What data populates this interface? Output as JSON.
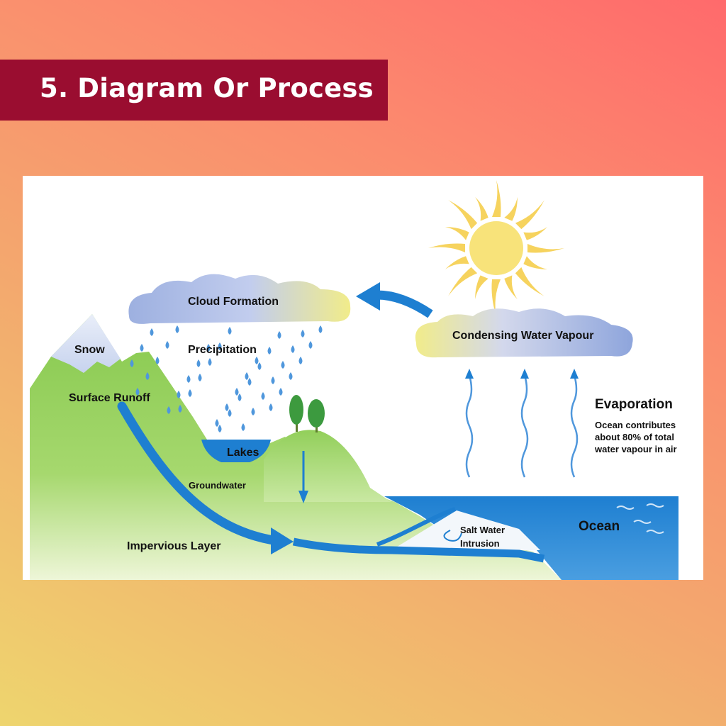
{
  "banner": {
    "title": "5.  Diagram Or Process"
  },
  "diagram": {
    "labels": {
      "cloud_formation": "Cloud Formation",
      "precipitation": "Precipitation",
      "snow": "Snow",
      "surface_runoff": "Surface Runoff",
      "lakes": "Lakes",
      "groundwater": "Groundwater",
      "impervious_layer": "Impervious Layer",
      "condensing_water_vapour": "Condensing Water Vapour",
      "evaporation": "Evaporation",
      "evaporation_note": "Ocean contributes about 80% of total water vapour in air",
      "salt_water_intrusion": "Salt Water Intrusion",
      "ocean": "Ocean"
    },
    "icons": [
      "sun-icon",
      "cloud-icon",
      "raindrop-icon",
      "tree-icon",
      "arrow-icon",
      "wave-icon"
    ],
    "colors": {
      "banner": "#9a0d30",
      "water": "#1e7fd1",
      "land": "#8fcf57",
      "sun": "#f7df6a",
      "cloud": "#8da6da"
    }
  }
}
